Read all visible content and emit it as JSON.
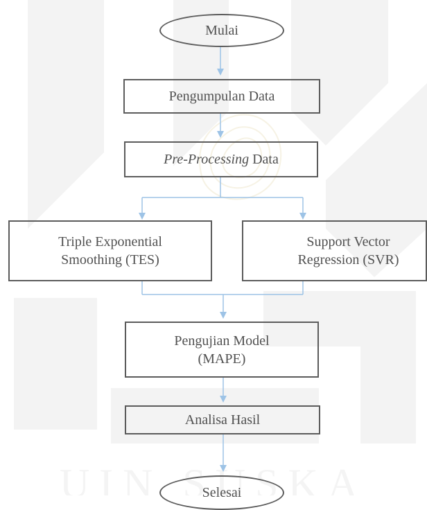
{
  "nodes": {
    "start": "Mulai",
    "collect": "Pengumpulan Data",
    "preprocess": {
      "italic": "Pre-Processing",
      "normal": " Data"
    },
    "tes": {
      "line1": "Triple Exponential",
      "line2": "Smoothing (TES)"
    },
    "svr": {
      "line1": "Support Vector",
      "line2": "Regression (SVR)"
    },
    "test": {
      "line1": "Pengujian Model",
      "line2": "(MAPE)"
    },
    "analysis": "Analisa Hasil",
    "end": "Selesai"
  },
  "watermark": {
    "text": "UIN SUSKA RIAU"
  },
  "colors": {
    "arrow": "#9dc3e6",
    "border": "#5b5b5b",
    "text": "#505050",
    "watermark": "#f1f1f1"
  }
}
